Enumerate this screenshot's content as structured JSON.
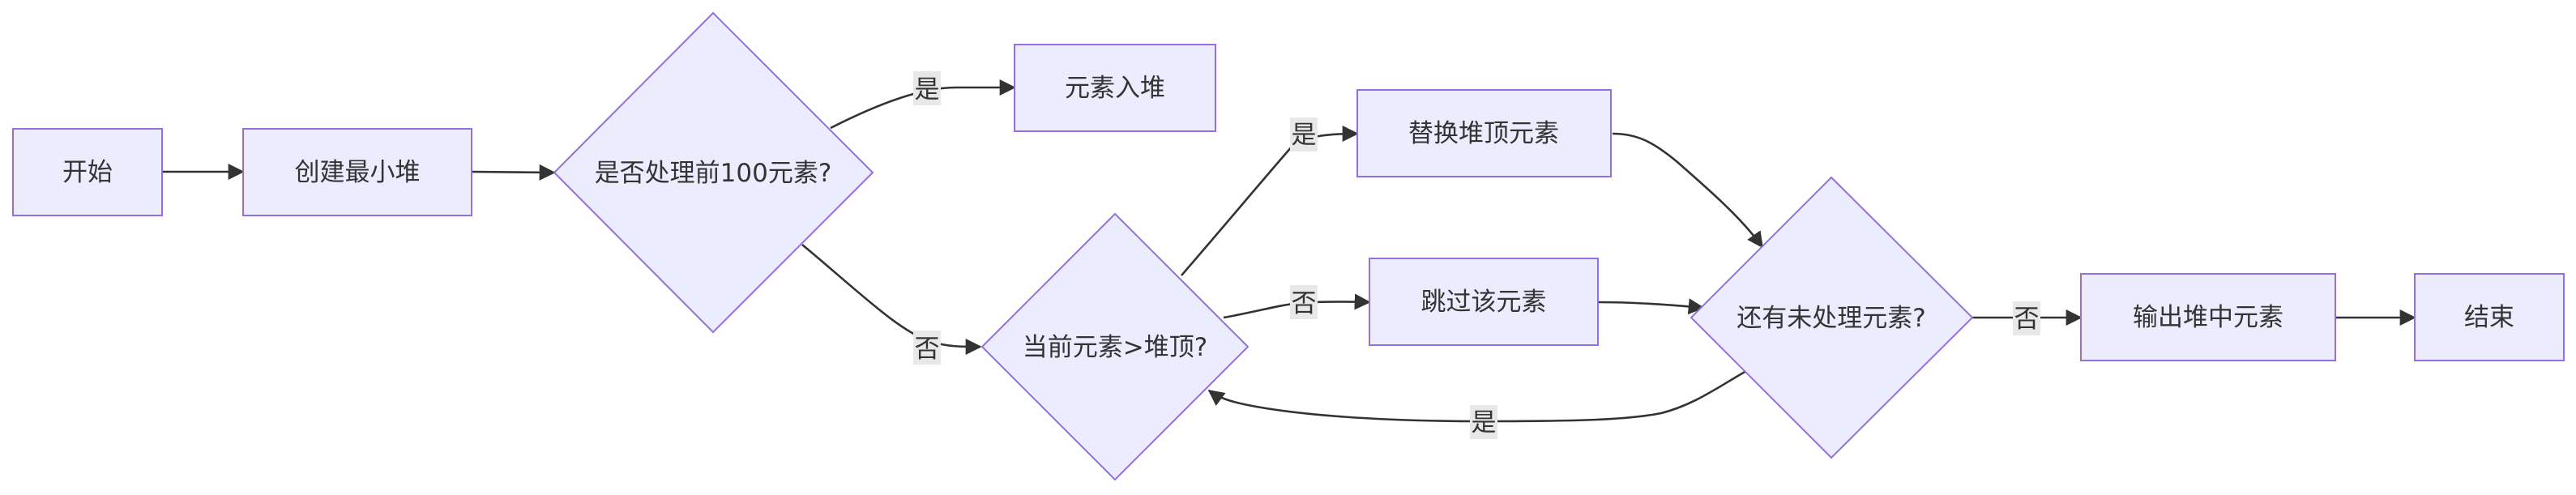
{
  "nodes": {
    "start": "开始",
    "create_heap": "创建最小堆",
    "first100": "是否处理前100元素?",
    "push_heap": "元素入堆",
    "compare_top": "当前元素>堆顶?",
    "replace_top": "替换堆顶元素",
    "skip": "跳过该元素",
    "more_left": "还有未处理元素?",
    "output": "输出堆中元素",
    "end": "结束"
  },
  "edges": {
    "first100_yes": "是",
    "first100_no": "否",
    "compare_yes": "是",
    "compare_no": "否",
    "more_yes": "是",
    "more_no": "否"
  },
  "colors": {
    "node_fill": "#ECECFF",
    "node_stroke": "#9370DB",
    "edge": "#333333",
    "edge_label_bg": "#e8e8e8"
  }
}
